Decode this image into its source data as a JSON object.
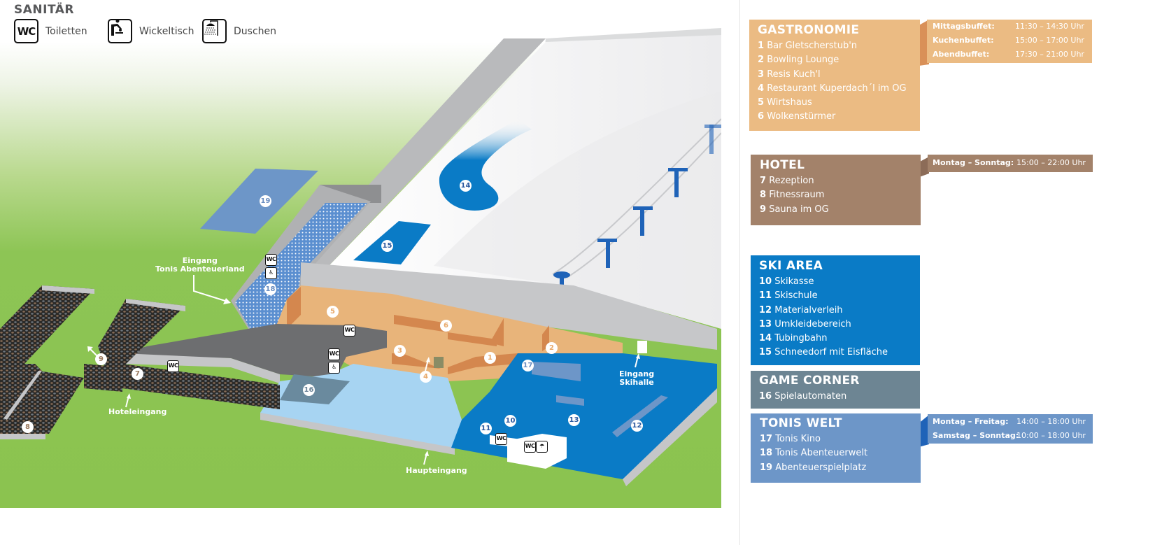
{
  "sanitaer": {
    "title": "SANITÄR",
    "items": [
      {
        "icon": "wc-icon",
        "glyph": "WC",
        "label": "Toiletten"
      },
      {
        "icon": "baby-changing-icon",
        "glyph": "",
        "label": "Wickeltisch"
      },
      {
        "icon": "shower-icon",
        "glyph": "",
        "label": "Duschen"
      }
    ]
  },
  "map": {
    "labels": {
      "eingang_tonis_line1": "Eingang",
      "eingang_tonis_line2": "Tonis Abenteuerland",
      "hoteleingang": "Hoteleingang",
      "haupteingang": "Haupteingang",
      "eingang_skihalle_line1": "Eingang",
      "eingang_skihalle_line2": "Skihalle"
    },
    "markers": [
      "1",
      "2",
      "3",
      "4",
      "5",
      "6",
      "7",
      "8",
      "9",
      "10",
      "11",
      "12",
      "13",
      "14",
      "15",
      "16",
      "17",
      "18",
      "19"
    ],
    "wc_glyph": "WC",
    "colors": {
      "grass": "#8bc34f",
      "gastronomie_floor": "#e8b47a",
      "ski_floor": "#0a7bc6",
      "lobby": "#a7d4f2",
      "hotel_roof": "#6d6e70",
      "tonis_welt": "#6d96c8"
    }
  },
  "panels": {
    "gastronomie": {
      "title": "GASTRONOMIE",
      "color": "#ebbb83",
      "items": [
        {
          "num": "1",
          "name": "Bar Gletscherstub'n"
        },
        {
          "num": "2",
          "name": "Bowling Lounge"
        },
        {
          "num": "3",
          "name": "Resis Kuch'l"
        },
        {
          "num": "4",
          "name": "Restaurant Kuperdach´l im OG"
        },
        {
          "num": "5",
          "name": "Wirtshaus"
        },
        {
          "num": "6",
          "name": "Wolkenstürmer"
        }
      ],
      "hours": [
        {
          "day": "Mittagsbuffet:",
          "time": "11:30 – 14:30 Uhr"
        },
        {
          "day": "Kuchenbuffet:",
          "time": "15:00 – 17:00 Uhr"
        },
        {
          "day": "Abendbuffet:",
          "time": "17:30 – 21:00 Uhr"
        }
      ]
    },
    "hotel": {
      "title": "HOTEL",
      "color": "#a3826a",
      "items": [
        {
          "num": "7",
          "name": "Rezeption"
        },
        {
          "num": "8",
          "name": "Fitnessraum"
        },
        {
          "num": "9",
          "name": "Sauna im OG"
        }
      ],
      "hours": [
        {
          "day": "Montag – Sonntag:",
          "time": "15:00 – 22:00 Uhr"
        }
      ]
    },
    "ski_area": {
      "title": "SKI AREA",
      "color": "#0a7bc6",
      "items": [
        {
          "num": "10",
          "name": "Skikasse"
        },
        {
          "num": "11",
          "name": "Skischule"
        },
        {
          "num": "12",
          "name": "Materialverleih"
        },
        {
          "num": "13",
          "name": "Umkleidebereich"
        },
        {
          "num": "14",
          "name": "Tubingbahn"
        },
        {
          "num": "15",
          "name": "Schneedorf mit Eisfläche"
        }
      ]
    },
    "game_corner": {
      "title": "GAME CORNER",
      "color": "#6d8593",
      "items": [
        {
          "num": "16",
          "name": "Spielautomaten"
        }
      ]
    },
    "tonis_welt": {
      "title": "TONIS WELT",
      "color": "#6d96c8",
      "items": [
        {
          "num": "17",
          "name": "Tonis Kino"
        },
        {
          "num": "18",
          "name": "Tonis Abenteuerwelt"
        },
        {
          "num": "19",
          "name": "Abenteuerspielplatz"
        }
      ],
      "hours": [
        {
          "day": "Montag – Freitag:",
          "time": "14:00 – 18:00 Uhr"
        },
        {
          "day": "Samstag – Sonntag:",
          "time": "10:00 – 18:00 Uhr"
        }
      ]
    }
  }
}
